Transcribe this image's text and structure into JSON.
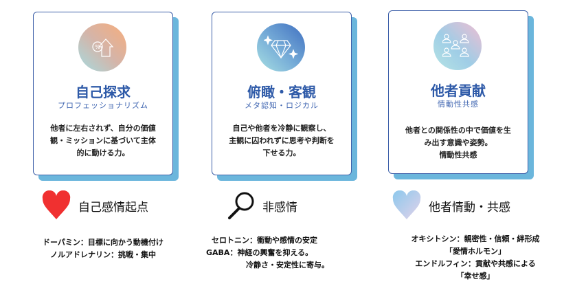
{
  "cards": [
    {
      "title": "自己探求",
      "subtitle": "プロフェッショナリズム",
      "body": [
        "他者に左右されず、自分の価値",
        "観・ミッションに基づいて主体",
        "的に動ける力。"
      ],
      "icon": "house-percent-icon"
    },
    {
      "title": "俯瞰・客観",
      "subtitle": "メタ認知・ロジカル",
      "body": [
        "自己や他者を冷静に観察し、",
        "主観に囚われずに思考や判断を",
        "下せる力。"
      ],
      "icon": "diamond-icon"
    },
    {
      "title": "他者貢献",
      "subtitle": "情動性共感",
      "body": [
        "他者との関係性の中で価値を生",
        "み出す意識や姿勢。",
        "情動性共感"
      ],
      "icon": "people-group-icon"
    }
  ],
  "rows": [
    {
      "label": "自己感情起点",
      "icon": "heart-icon",
      "color": "#f03030"
    },
    {
      "label": "非感情",
      "icon": "magnifier-icon"
    },
    {
      "label": "他者情動・共感",
      "icon": "gradient-heart-icon"
    }
  ],
  "footnotes": [
    [
      "ドーパミン：目標に向かう動機付け",
      "ノルアドレナリン：挑戦・集中"
    ],
    [
      "セロトニン：衝動や感情の安定",
      "GABA：神経の興奮を抑える。",
      "冷静さ・安定性に寄与。"
    ],
    [
      "オキシトシン：親密性・信頼・絆形成",
      "「愛情ホルモン」",
      "エンドルフィン：貢献や共感による",
      "「幸せ感」"
    ]
  ],
  "colors": {
    "accent": "#2e5aa8",
    "shadow": "#6bb6dc"
  }
}
